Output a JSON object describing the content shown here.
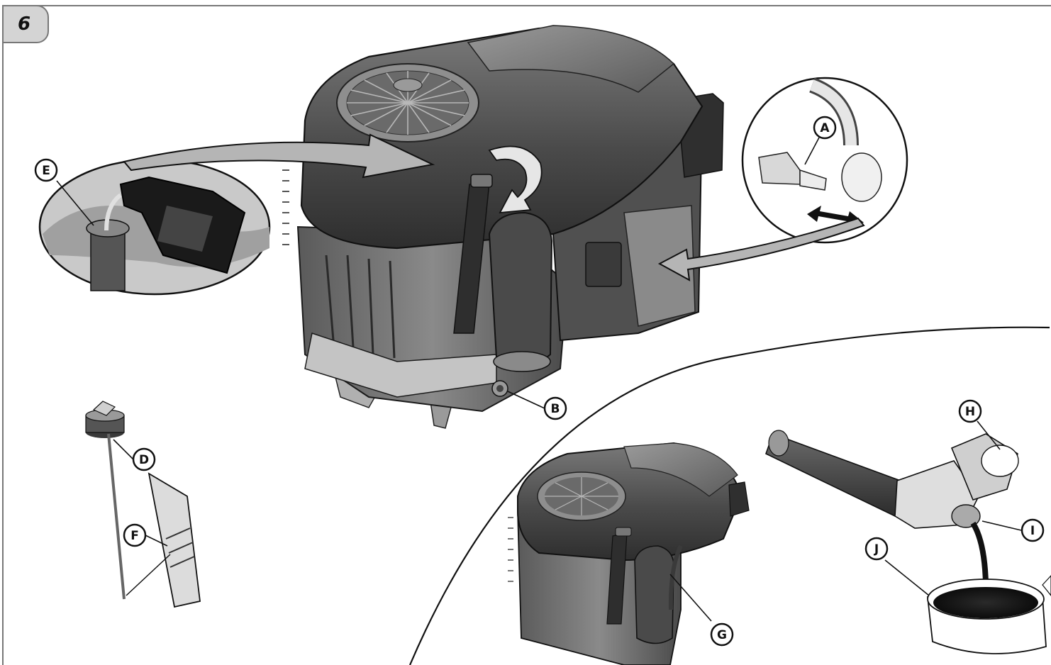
{
  "figure": {
    "number": "6"
  },
  "callouts": {
    "a": "A",
    "b": "B",
    "d": "D",
    "e": "E",
    "f": "F",
    "g": "G",
    "h": "H",
    "i": "I",
    "j": "J"
  },
  "colors": {
    "frame": "#777777",
    "ink": "#111111",
    "engine_dark": "#3a3a3a",
    "engine_mid": "#6a6a6a",
    "engine_light": "#a8a8a8",
    "arrow_fill": "#b5b5b5",
    "oil": "#1a1a1a"
  }
}
